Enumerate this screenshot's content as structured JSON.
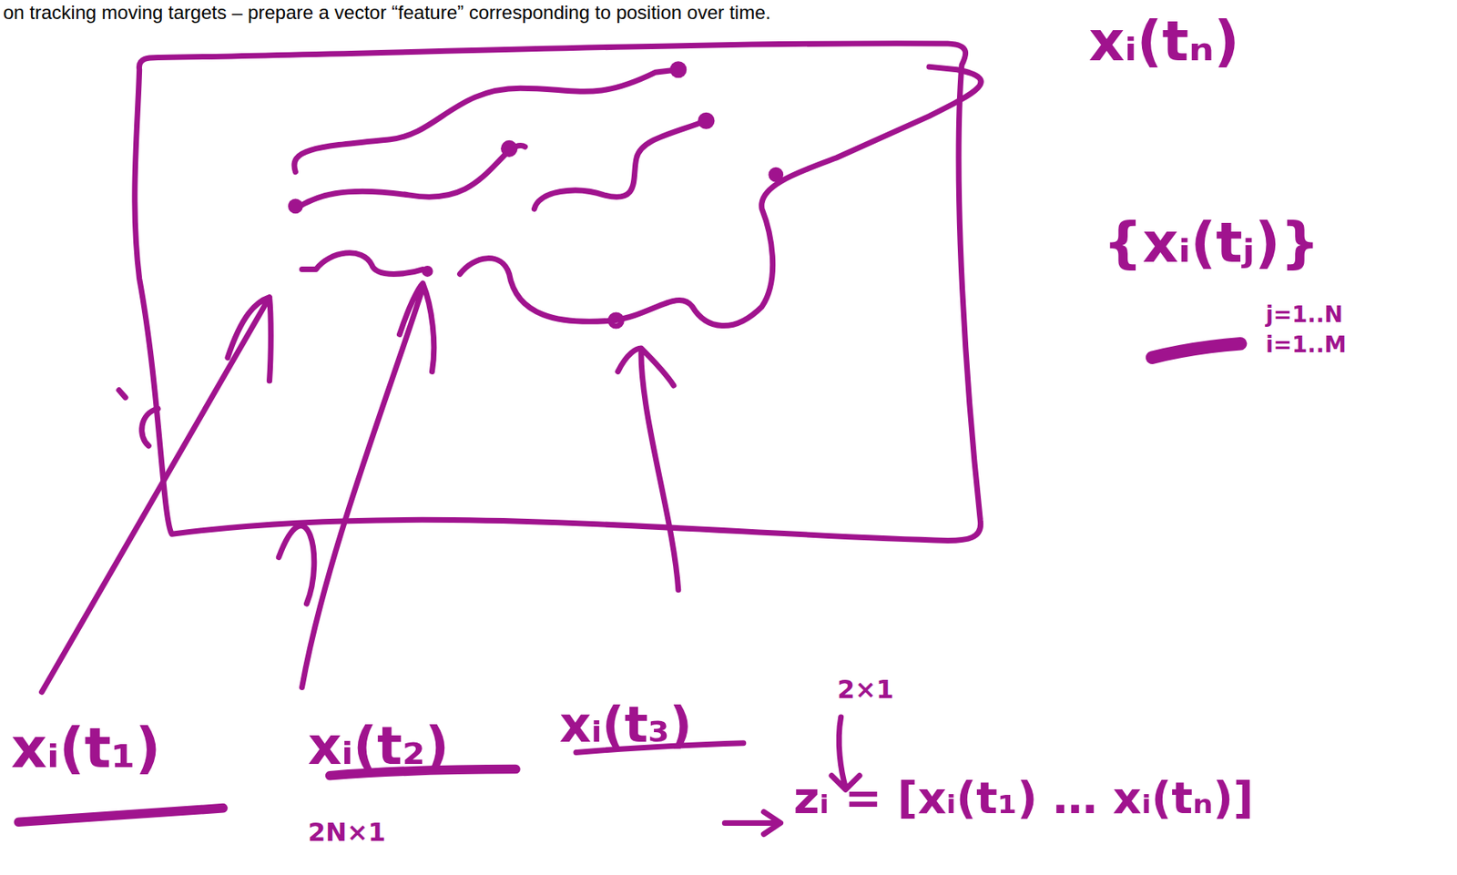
{
  "diagram": {
    "title": "on tracking moving targets – prepare a vector “feature” corresponding to position over time.",
    "labels": [
      "xᵢ(tₙ)",
      "{xᵢ(tⱼ)}",
      "j=1..N",
      "i=1..M",
      "xᵢ(t₁)",
      "xᵢ(t₂)",
      "2N×1",
      "xᵢ(t₃)",
      "2×1",
      "zᵢ = [xᵢ(t₁) … xᵢ(tₙ)]"
    ]
  }
}
